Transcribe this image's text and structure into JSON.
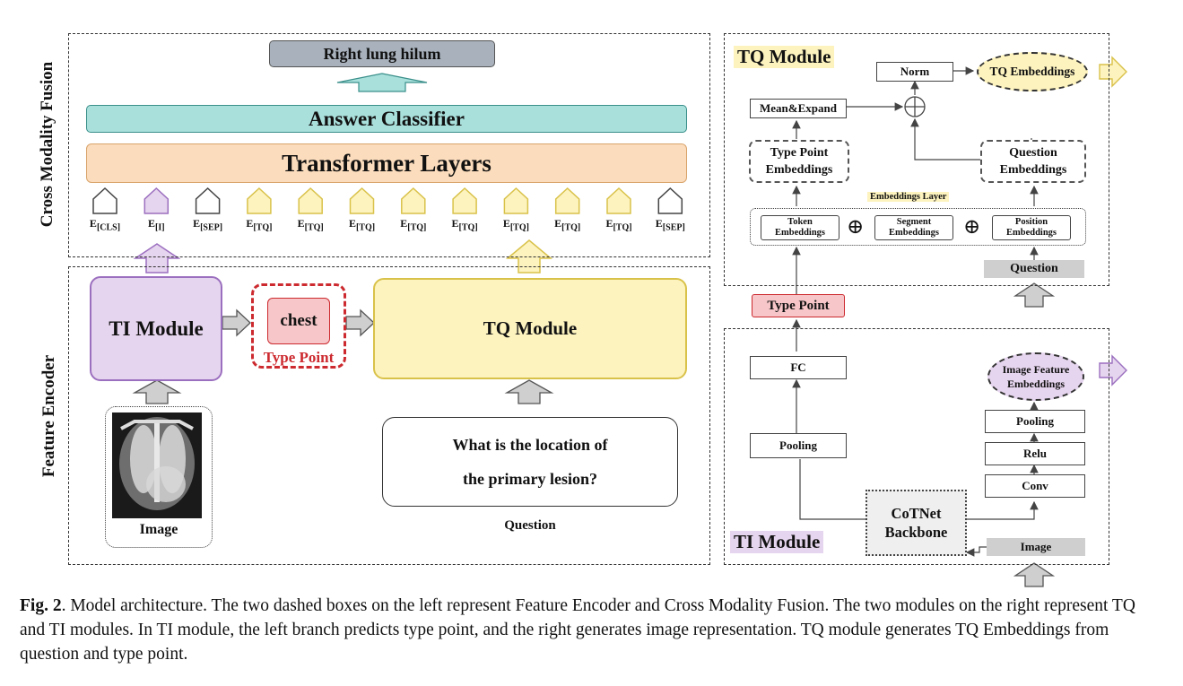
{
  "left": {
    "fusion_label": "Cross Modality Fusion",
    "encoder_label": "Feature Encoder",
    "answer": "Right lung hilum",
    "classifier": "Answer Classifier",
    "transformer": "Transformer Layers",
    "tokens": [
      {
        "base": "E",
        "sub": "[CLS]",
        "kind": "white"
      },
      {
        "base": "E",
        "sub": "[I]",
        "kind": "purple"
      },
      {
        "base": "E",
        "sub": "[SEP]",
        "kind": "white"
      },
      {
        "base": "E",
        "sub": "[TQ]",
        "kind": "yellow"
      },
      {
        "base": "E",
        "sub": "[TQ]",
        "kind": "yellow"
      },
      {
        "base": "E",
        "sub": "[TQ]",
        "kind": "yellow"
      },
      {
        "base": "E",
        "sub": "[TQ]",
        "kind": "yellow"
      },
      {
        "base": "E",
        "sub": "[TQ]",
        "kind": "yellow"
      },
      {
        "base": "E",
        "sub": "[TQ]",
        "kind": "yellow"
      },
      {
        "base": "E",
        "sub": "[TQ]",
        "kind": "yellow"
      },
      {
        "base": "E",
        "sub": "[TQ]",
        "kind": "yellow"
      },
      {
        "base": "E",
        "sub": "[SEP]",
        "kind": "white"
      }
    ],
    "ti_module": "TI Module",
    "chest": "chest",
    "type_point": "Type Point",
    "tq_module": "TQ Module",
    "image_label": "Image",
    "question_line1": "What is the location of",
    "question_line2": "the primary lesion?",
    "question_label": "Question"
  },
  "tq": {
    "title": "TQ Module",
    "norm": "Norm",
    "tq_embeddings": "TQ Embeddings",
    "mean_expand": "Mean&Expand",
    "type_point_emb_1": "Type Point",
    "type_point_emb_2": "Embeddings",
    "question_emb_1": "Question",
    "question_emb_2": "Embeddings",
    "embeddings_layer": "Embeddings Layer",
    "token_emb_1": "Token",
    "token_emb_2": "Embeddings",
    "segment_emb_1": "Segment",
    "segment_emb_2": "Embeddings",
    "position_emb_1": "Position",
    "position_emb_2": "Embeddings",
    "question": "Question",
    "plus": "⊕"
  },
  "middle": {
    "type_point": "Type Point"
  },
  "ti": {
    "title": "TI Module",
    "fc": "FC",
    "pooling_left": "Pooling",
    "image_feat_1": "Image Feature",
    "image_feat_2": "Embeddings",
    "pooling_right": "Pooling",
    "relu": "Relu",
    "conv": "Conv",
    "backbone_1": "CoTNet",
    "backbone_2": "Backbone",
    "image": "Image"
  },
  "caption": {
    "fig": "Fig. 2",
    "text": ". Model architecture. The two dashed boxes on the left represent Feature Encoder and Cross Modality Fusion. The two modules on the right represent TQ and TI modules. In TI module, the left branch predicts type point, and the right generates image representation. TQ module generates TQ Embeddings from question and type point."
  },
  "colors": {
    "purple_fill": "#e6d5ee",
    "purple_stroke": "#9b6fbf",
    "yellow_fill": "#fdf3bf",
    "yellow_stroke": "#d9c24a",
    "teal_fill": "#a9e0dc",
    "orange_fill": "#fbdcbc",
    "answer_fill": "#a8b1bc",
    "pink_fill": "#f6c6c8",
    "red_dash": "#cc2a2f",
    "gray_fill": "#cfcfcf"
  }
}
